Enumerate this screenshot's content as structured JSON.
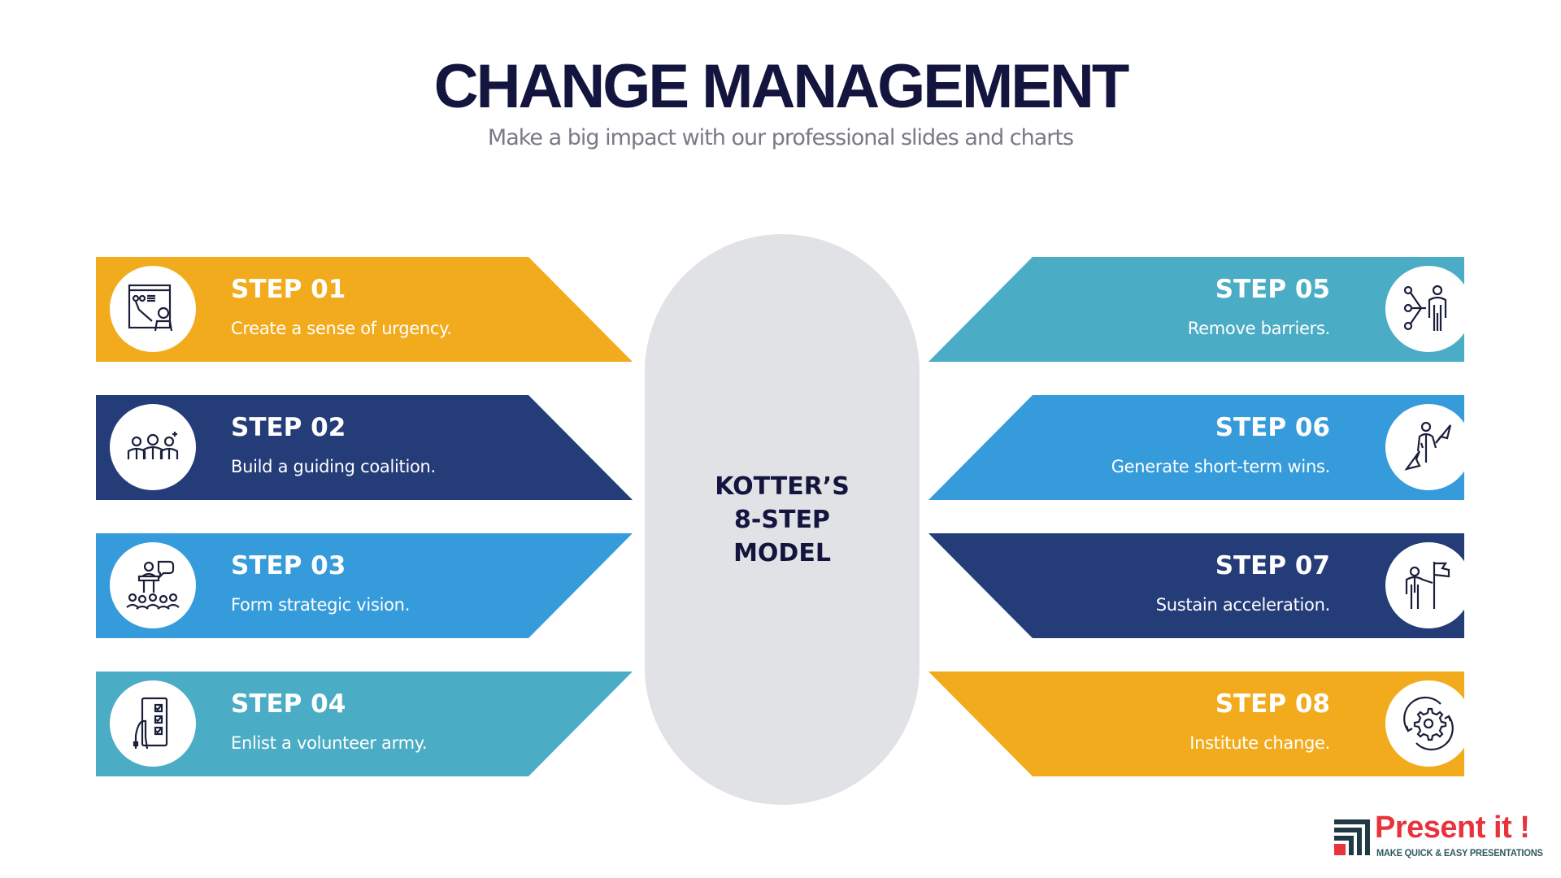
{
  "header": {
    "title": "CHANGE MANAGEMENT",
    "subtitle": "Make a big impact with our professional slides and charts"
  },
  "center": {
    "line1": "KOTTER’S",
    "line2": "8-STEP",
    "line3": "MODEL",
    "color": "#e0e2e5"
  },
  "colors": {
    "orange": "#f2ab1d",
    "navy": "#243c78",
    "blue": "#369bdb",
    "teal": "#4bacc6",
    "text_dark": "#13153f"
  },
  "steps": [
    {
      "title": "STEP 01",
      "desc": "Create a sense of urgency.",
      "icon": "presentation-board-icon",
      "color": "#f2ab1d"
    },
    {
      "title": "STEP 02",
      "desc": "Build a guiding coalition.",
      "icon": "team-coalition-icon",
      "color": "#243c78"
    },
    {
      "title": "STEP 03",
      "desc": "Form strategic vision.",
      "icon": "speaker-audience-icon",
      "color": "#369bdb"
    },
    {
      "title": "STEP 04",
      "desc": "Enlist a volunteer army.",
      "icon": "checklist-hand-icon",
      "color": "#4bacc6"
    },
    {
      "title": "STEP 05",
      "desc": "Remove barriers.",
      "icon": "person-network-icon",
      "color": "#4bacc6"
    },
    {
      "title": "STEP 06",
      "desc": "Generate short-term wins.",
      "icon": "person-arrows-icon",
      "color": "#369bdb"
    },
    {
      "title": "STEP 07",
      "desc": "Sustain acceleration.",
      "icon": "person-flag-icon",
      "color": "#243c78"
    },
    {
      "title": "STEP 08",
      "desc": "Institute change.",
      "icon": "gear-cycle-icon",
      "color": "#f2ab1d"
    }
  ],
  "logo": {
    "name": "Present it !",
    "tagline": "MAKE QUICK & EASY PRESENTATIONS"
  }
}
